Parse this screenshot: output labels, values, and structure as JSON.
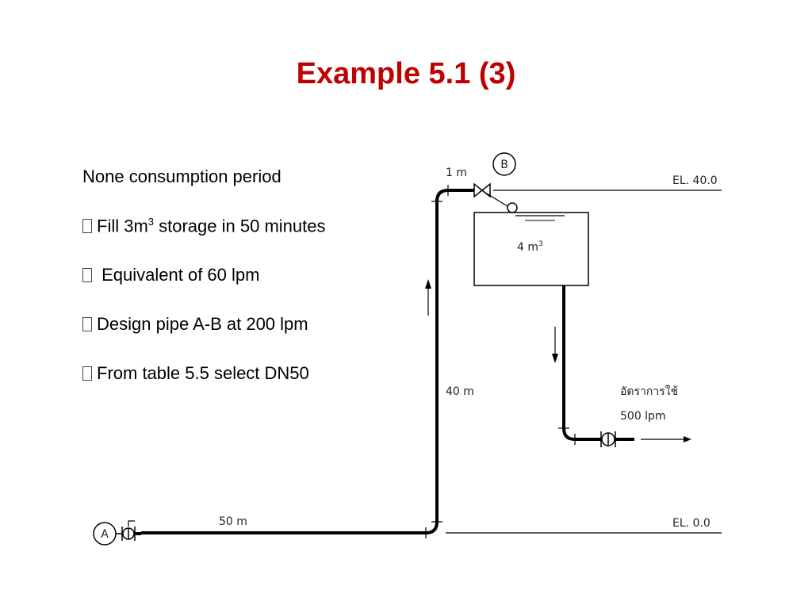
{
  "slide": {
    "title": "Example 5.1 (3)"
  },
  "text": {
    "heading": "None consumption period",
    "b1_pre": "Fill 3m",
    "b1_sup": "3",
    "b1_post": " storage in 50 minutes",
    "b2": " Equivalent of 60 lpm",
    "b3": "Design pipe A-B at 200 lpm",
    "b4": "From table 5.5 select DN50"
  },
  "diagram": {
    "label_b": "B",
    "label_a": "A",
    "pipe_top_length": "1 m",
    "el_top": "EL. 40.0",
    "tank_volume": "4 m",
    "tank_volume_sup": "3",
    "riser_length": "40 m",
    "outlet_label_thai": "อัตราการใช้",
    "outlet_flow": "500 lpm",
    "bottom_length": "50 m",
    "el_bottom": "EL. 0.0"
  }
}
